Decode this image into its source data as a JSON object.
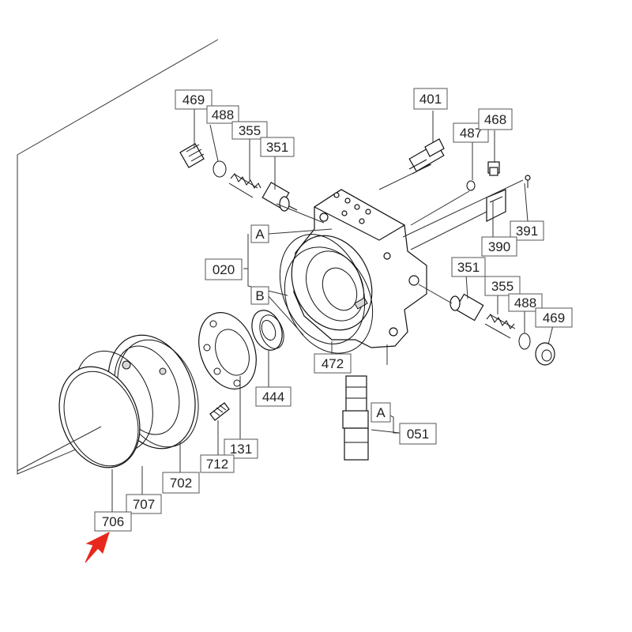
{
  "diagram": {
    "callouts": [
      {
        "id": "c469a",
        "text": "469"
      },
      {
        "id": "c488a",
        "text": "488"
      },
      {
        "id": "c355a",
        "text": "355"
      },
      {
        "id": "c351a",
        "text": "351"
      },
      {
        "id": "c401",
        "text": "401"
      },
      {
        "id": "c487",
        "text": "487"
      },
      {
        "id": "c468",
        "text": "468"
      },
      {
        "id": "cA1",
        "text": "A"
      },
      {
        "id": "c020",
        "text": "020"
      },
      {
        "id": "cB",
        "text": "B"
      },
      {
        "id": "c391",
        "text": "391"
      },
      {
        "id": "c390",
        "text": "390"
      },
      {
        "id": "c351b",
        "text": "351"
      },
      {
        "id": "c355b",
        "text": "355"
      },
      {
        "id": "c488b",
        "text": "488"
      },
      {
        "id": "c469b",
        "text": "469"
      },
      {
        "id": "c472",
        "text": "472"
      },
      {
        "id": "c444",
        "text": "444"
      },
      {
        "id": "cA2",
        "text": "A"
      },
      {
        "id": "c051",
        "text": "051"
      },
      {
        "id": "c131",
        "text": "131"
      },
      {
        "id": "c712",
        "text": "712"
      },
      {
        "id": "c702",
        "text": "702"
      },
      {
        "id": "c707",
        "text": "707"
      },
      {
        "id": "c706",
        "text": "706"
      }
    ],
    "highlight": {
      "target": "706",
      "color": "#e8281e"
    }
  }
}
